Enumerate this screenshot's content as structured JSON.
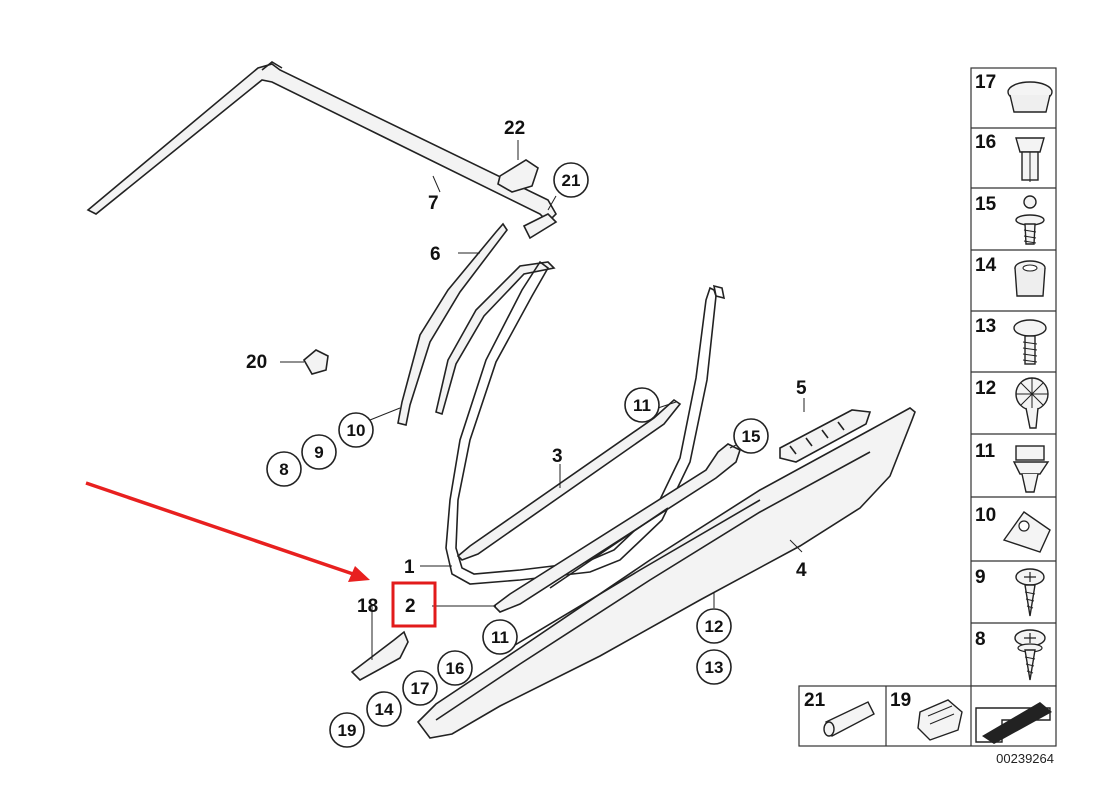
{
  "diagram_id": "00239264",
  "callouts": {
    "c1": "1",
    "c2": "2",
    "c3": "3",
    "c4": "4",
    "c5": "5",
    "c6": "6",
    "c7": "7",
    "c8": "8",
    "c9": "9",
    "c10": "10",
    "c11a": "11",
    "c11b": "11",
    "c12": "12",
    "c13": "13",
    "c14": "14",
    "c15": "15",
    "c16": "16",
    "c17": "17",
    "c18": "18",
    "c19": "19",
    "c20": "20",
    "c21": "21",
    "c22": "22"
  },
  "side_panel": [
    "17",
    "16",
    "15",
    "14",
    "13",
    "12",
    "11",
    "10",
    "9",
    "8"
  ],
  "bottom_panel": [
    "21",
    "19"
  ],
  "highlight": {
    "label": "2",
    "color": "#e21b1b"
  },
  "colors": {
    "arrow": "#e8201f",
    "line": "#222222"
  }
}
